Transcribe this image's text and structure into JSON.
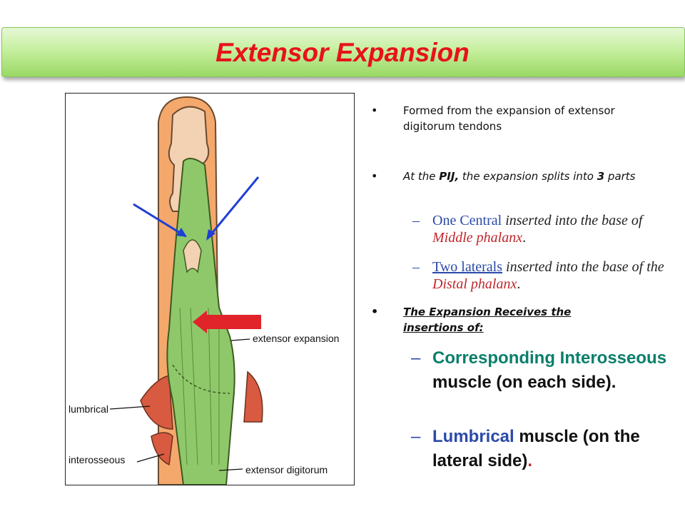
{
  "slide": {
    "title": "Extensor Expansion"
  },
  "figure": {
    "labels": {
      "extensor_expansion": "extensor expansion",
      "lumbrical": "lumbrical",
      "interosseous": "interosseous",
      "extensor_digitorum": "extensor digitorum"
    }
  },
  "bullets": {
    "b1": "Formed from the expansion of extensor digitorum tendons",
    "b2_prefix": "At the ",
    "b2_pij": "PIJ,",
    "b2_mid": " the expansion splits into ",
    "b2_num": "3",
    "b2_end": " parts",
    "sub1_a": "One Central",
    "sub1_b": " inserted into the base of ",
    "sub1_c": "Middle phalanx",
    "sub1_d": ".",
    "sub2_a": "Two laterals",
    "sub2_b": " inserted into the base of the ",
    "sub2_c": "Distal phalanx",
    "sub2_d": ".",
    "b3": "The Expansion Receives the insertions of:",
    "big1_a": "Corresponding Interosseous",
    "big1_b": " muscle  (on each side).",
    "big2_a": "Lumbrical",
    "big2_b": " muscle  (on the lateral side)",
    "big2_c": "."
  },
  "colors": {
    "title": "#e8111a",
    "accent_blue": "#2b49a8",
    "teal": "#0a7f6a",
    "red_text": "#c0272d",
    "tendon_green": "#8fc86a",
    "skin_orange": "#f4a86c",
    "arrow_blue": "#1f3fd6",
    "arrow_red": "#e0242a"
  }
}
